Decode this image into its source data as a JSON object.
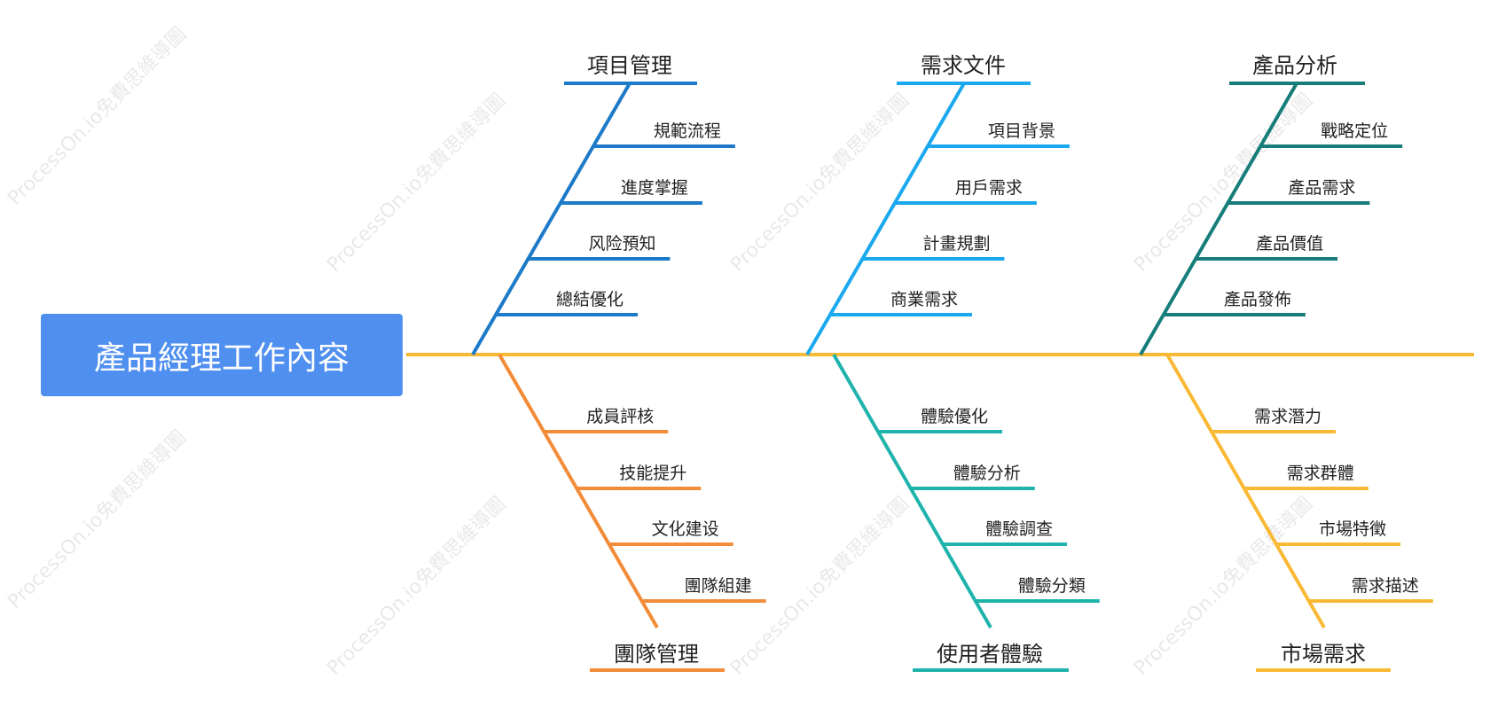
{
  "watermark": "ProcessOn.io免費思維導圖",
  "root": {
    "label": "產品經理工作內容",
    "color": "#4f8ff0"
  },
  "spine_color": "#f9b935",
  "categories": [
    {
      "id": "project",
      "label": "項目管理",
      "color": "#1c7ac8",
      "items": [
        "規範流程",
        "進度掌握",
        "风险預知",
        "總結優化"
      ]
    },
    {
      "id": "requirements",
      "label": "需求文件",
      "color": "#1aa8ee",
      "items": [
        "項目背景",
        "用戶需求",
        "計畫規劃",
        "商業需求"
      ]
    },
    {
      "id": "analysis",
      "label": "產品分析",
      "color": "#167d7a",
      "items": [
        "戰略定位",
        "產品需求",
        "產品價值",
        "產品發佈"
      ]
    },
    {
      "id": "team",
      "label": "團隊管理",
      "color": "#f28c38",
      "items": [
        "成員評核",
        "技能提升",
        "文化建设",
        "團隊組建"
      ]
    },
    {
      "id": "ux",
      "label": "使用者體驗",
      "color": "#1fb3ac",
      "items": [
        "體驗優化",
        "體驗分析",
        "體驗調查",
        "體驗分類"
      ]
    },
    {
      "id": "market",
      "label": "市場需求",
      "color": "#f9b935",
      "items": [
        "需求潛力",
        "需求群體",
        "市場特徵",
        "需求描述"
      ]
    }
  ]
}
